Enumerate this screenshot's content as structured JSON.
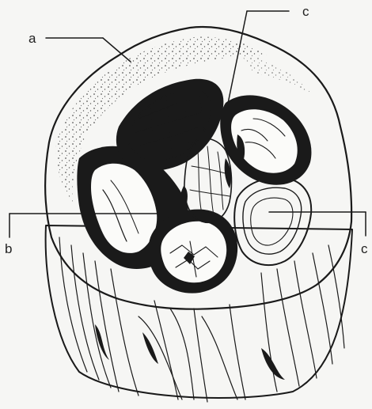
{
  "diagram": {
    "labels": {
      "a": "a",
      "b": "b",
      "c_top": "c",
      "c_right": "c"
    },
    "colors": {
      "paper": "#f6f6f4",
      "ink": "#1a1a1a",
      "pale_fill": "#fbfbf9"
    }
  }
}
